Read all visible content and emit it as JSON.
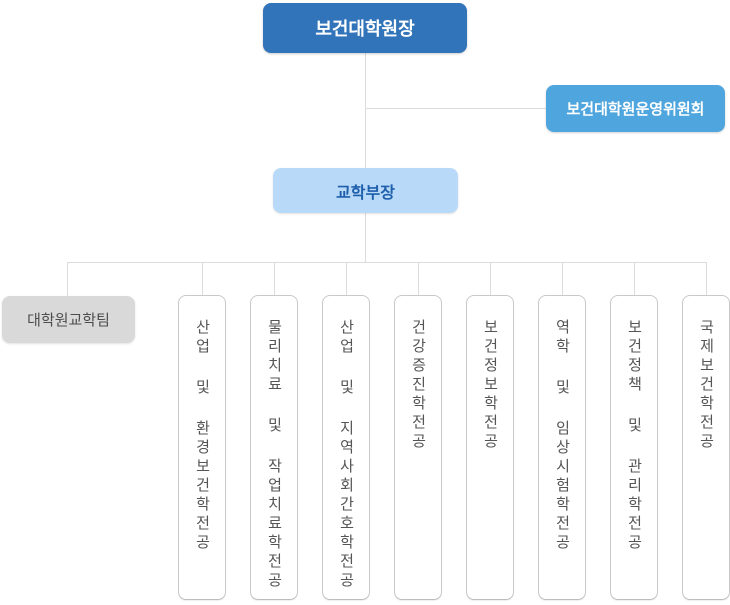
{
  "org_chart": {
    "root": {
      "label": "보건대학원장"
    },
    "committee": {
      "label": "보건대학원운영위원회"
    },
    "dean": {
      "label": "교학부장"
    },
    "admin_team": {
      "label": "대학원교학팀"
    },
    "majors": [
      {
        "label": "산업 및 환경보건학전공"
      },
      {
        "label": "물리치료 및 작업치료학전공"
      },
      {
        "label": "산업 및 지역사회간호학전공"
      },
      {
        "label": "건강증진학전공"
      },
      {
        "label": "보건정보학전공"
      },
      {
        "label": "역학 및 임상시험학전공"
      },
      {
        "label": "보건정책 및 관리학전공"
      },
      {
        "label": "국제보건학전공"
      }
    ]
  },
  "colors": {
    "root_bg": "#3274b9",
    "root_text": "#ffffff",
    "committee_bg": "#4fa5dd",
    "committee_text": "#ffffff",
    "dean_bg": "#b9d9f8",
    "dean_text": "#1e5fac",
    "team_bg": "#d9d9d9",
    "team_text": "#4d4d4d",
    "major_border": "#c9c9c9",
    "major_text": "#555555",
    "line": "#dcdcdc"
  }
}
